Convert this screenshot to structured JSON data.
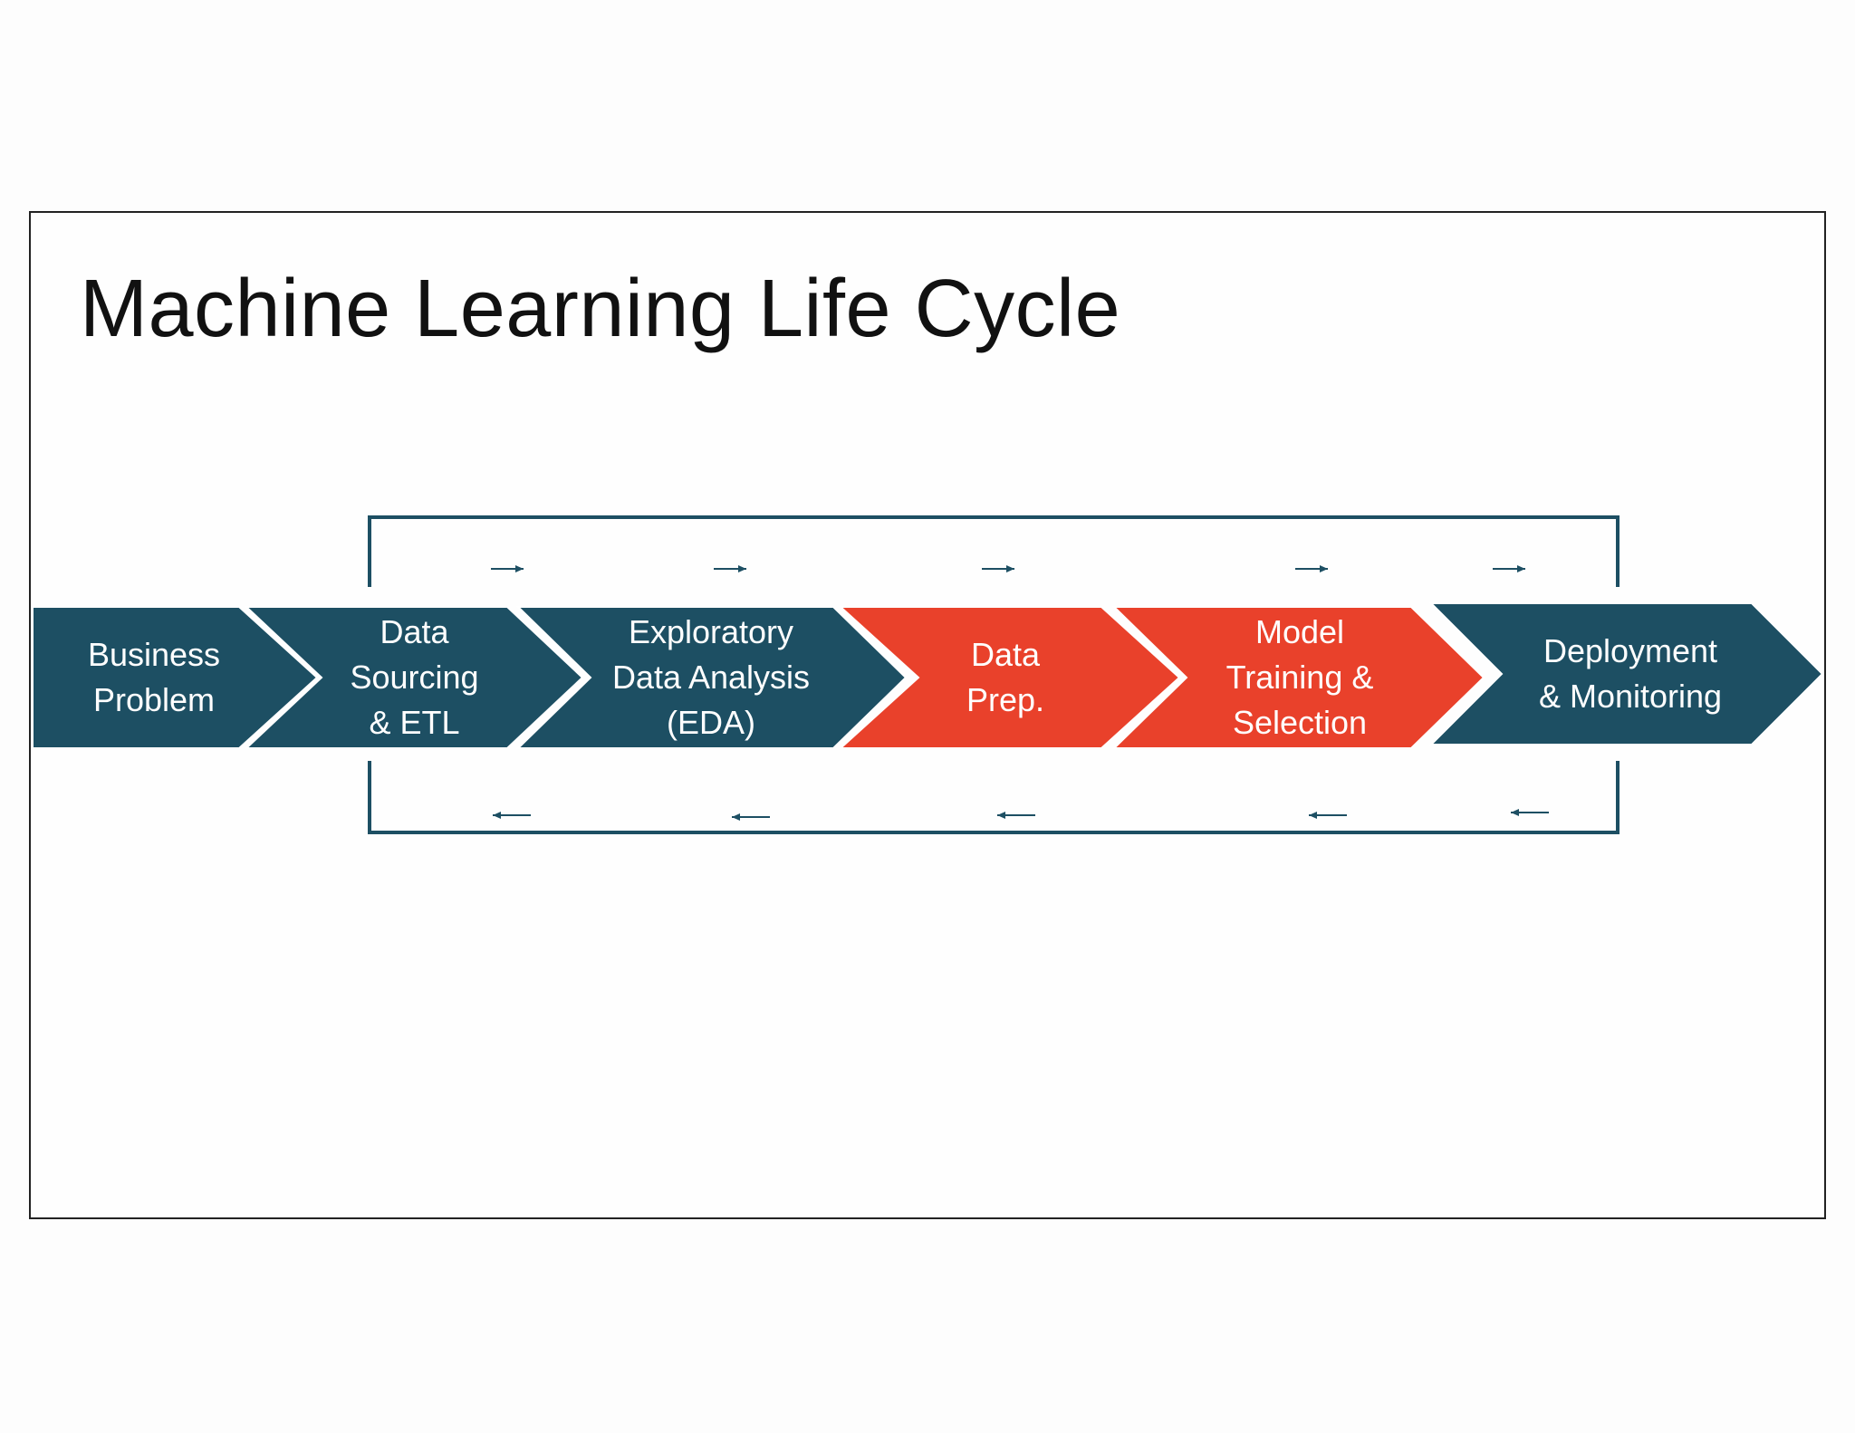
{
  "title": "Machine Learning Life Cycle",
  "colors": {
    "teal": "#1d4f63",
    "orange": "#e9412b",
    "loop_line": "#1d4f63"
  },
  "steps": [
    {
      "lines": [
        "Business",
        "Problem"
      ],
      "color": "teal"
    },
    {
      "lines": [
        "Data",
        "Sourcing",
        "& ETL"
      ],
      "color": "teal"
    },
    {
      "lines": [
        "Exploratory",
        "Data Analysis",
        "(EDA)"
      ],
      "color": "teal"
    },
    {
      "lines": [
        "Data",
        "Prep."
      ],
      "color": "orange"
    },
    {
      "lines": [
        "Model",
        "Training &",
        "Selection"
      ],
      "color": "orange"
    },
    {
      "lines": [
        "Deployment",
        "&  Monitoring"
      ],
      "color": "teal"
    }
  ],
  "forward_arrow_icon": "right-arrow-icon",
  "backward_arrow_icon": "left-arrow-icon"
}
